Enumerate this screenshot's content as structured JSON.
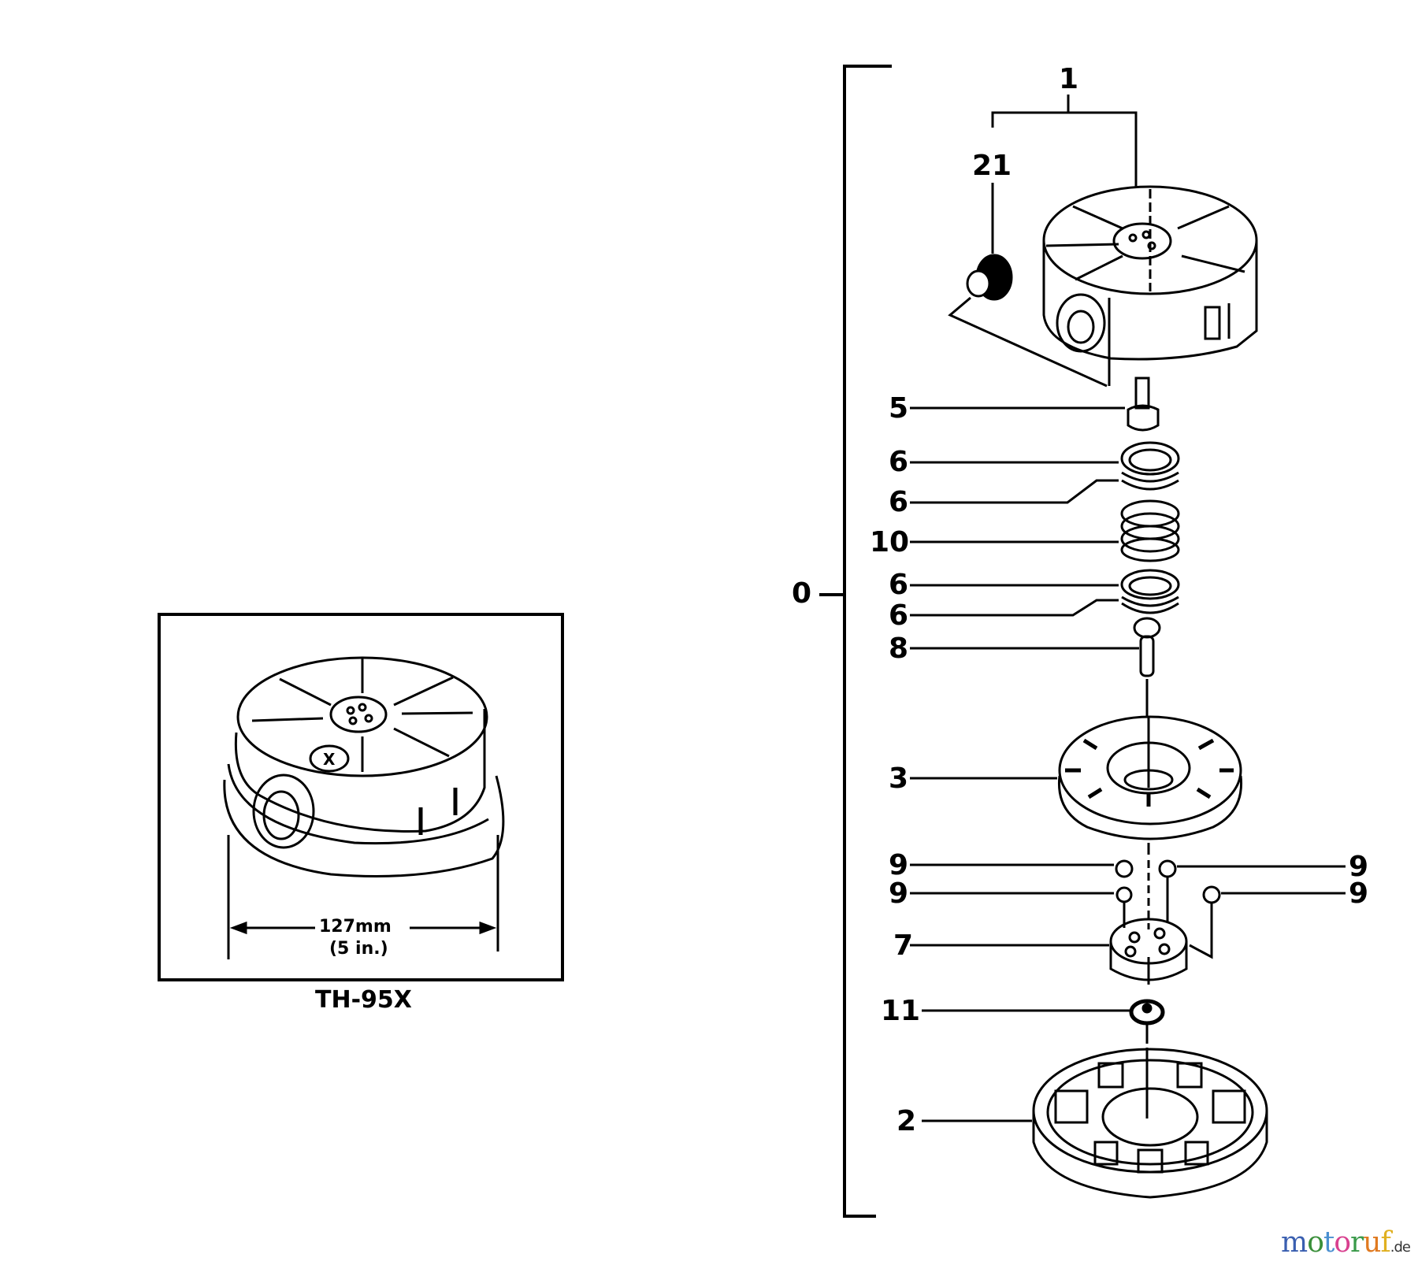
{
  "inset": {
    "model_label": "TH-95X",
    "dimension_mm": "127mm",
    "dimension_in": "(5 in.)"
  },
  "assembly": {
    "bracket_label": "0",
    "callouts": [
      {
        "id": "c1",
        "label": "1",
        "part": "cover"
      },
      {
        "id": "c21",
        "label": "21",
        "part": "eyelet"
      },
      {
        "id": "c5",
        "label": "5",
        "part": "bolt"
      },
      {
        "id": "c6a",
        "label": "6",
        "part": "washer-upper-1"
      },
      {
        "id": "c6b",
        "label": "6",
        "part": "washer-upper-2"
      },
      {
        "id": "c10",
        "label": "10",
        "part": "spring"
      },
      {
        "id": "c6c",
        "label": "6",
        "part": "washer-lower-1"
      },
      {
        "id": "c6d",
        "label": "6",
        "part": "washer-lower-2"
      },
      {
        "id": "c8",
        "label": "8",
        "part": "pin"
      },
      {
        "id": "c3",
        "label": "3",
        "part": "spool"
      },
      {
        "id": "c9a",
        "label": "9",
        "part": "ball-left-upper"
      },
      {
        "id": "c9b",
        "label": "9",
        "part": "ball-left-lower"
      },
      {
        "id": "c9c",
        "label": "9",
        "part": "ball-right-upper"
      },
      {
        "id": "c9d",
        "label": "9",
        "part": "ball-right-lower"
      },
      {
        "id": "c7",
        "label": "7",
        "part": "hub"
      },
      {
        "id": "c11",
        "label": "11",
        "part": "nut"
      },
      {
        "id": "c2",
        "label": "2",
        "part": "base-housing"
      }
    ]
  },
  "watermark": {
    "letters": [
      {
        "ch": "m",
        "color": "#3a5fb0"
      },
      {
        "ch": "o",
        "color": "#3a8f3a"
      },
      {
        "ch": "t",
        "color": "#4a8fd0"
      },
      {
        "ch": "o",
        "color": "#d8408f"
      },
      {
        "ch": "r",
        "color": "#3a9a4a"
      },
      {
        "ch": "u",
        "color": "#e07a20"
      },
      {
        "ch": "f",
        "color": "#e0b020"
      }
    ],
    "tld": ".de"
  }
}
